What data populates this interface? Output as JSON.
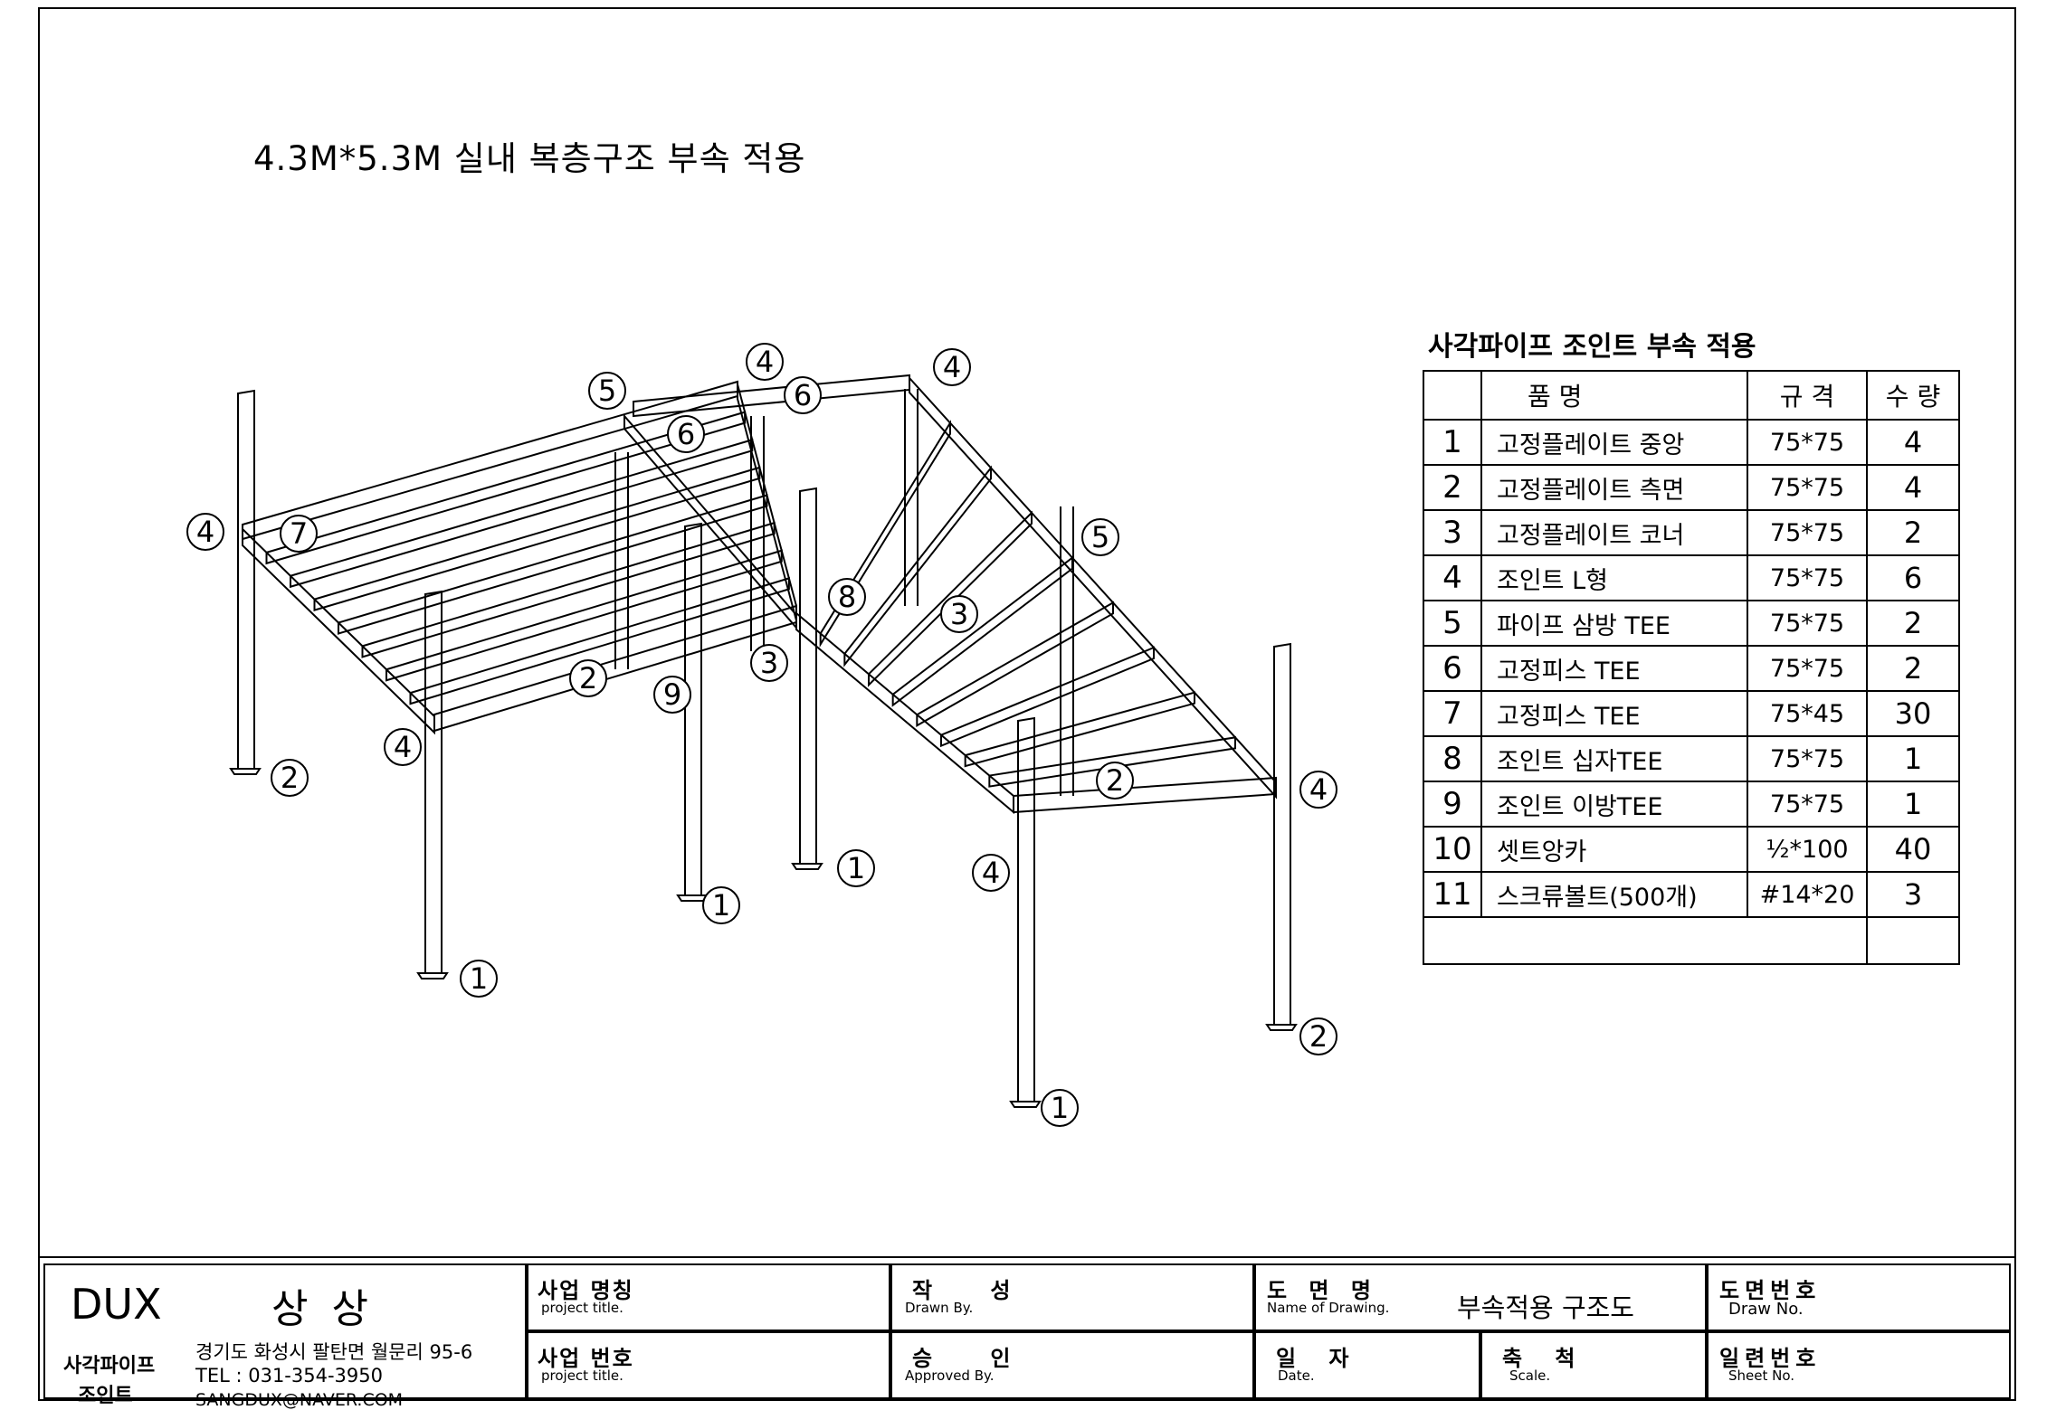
{
  "drawing_title": "4.3M*5.3M 실내 복층구조   부속 적용",
  "callouts": [
    {
      "n": "5"
    },
    {
      "n": "4"
    },
    {
      "n": "6"
    },
    {
      "n": "4"
    },
    {
      "n": "6"
    },
    {
      "n": "4"
    },
    {
      "n": "5"
    },
    {
      "n": "8"
    },
    {
      "n": "3"
    },
    {
      "n": "3"
    },
    {
      "n": "2"
    },
    {
      "n": "9"
    },
    {
      "n": "4"
    },
    {
      "n": "2"
    },
    {
      "n": "4"
    },
    {
      "n": "2"
    },
    {
      "n": "4"
    },
    {
      "n": "1"
    },
    {
      "n": "1"
    },
    {
      "n": "1"
    },
    {
      "n": "1"
    },
    {
      "n": "2"
    },
    {
      "n": "7"
    }
  ],
  "parts_table": {
    "title": "사각파이프 조인트 부속 적용",
    "headers": {
      "name": "품          명",
      "spec": "규     격",
      "qty": "수   량"
    },
    "rows": [
      {
        "no": "1",
        "name": "고정플레이트 중앙",
        "spec": "75*75",
        "qty": "4"
      },
      {
        "no": "2",
        "name": "고정플레이트 측면",
        "spec": "75*75",
        "qty": "4"
      },
      {
        "no": "3",
        "name": "고정플레이트 코너",
        "spec": "75*75",
        "qty": "2"
      },
      {
        "no": "4",
        "name": "조인트 L형",
        "spec": "75*75",
        "qty": "6"
      },
      {
        "no": "5",
        "name": "파이프 삼방 TEE",
        "spec": "75*75",
        "qty": "2"
      },
      {
        "no": "6",
        "name": "고정피스 TEE",
        "spec": "75*75",
        "qty": "2"
      },
      {
        "no": "7",
        "name": "고정피스 TEE",
        "spec": "75*45",
        "qty": "30"
      },
      {
        "no": "8",
        "name": "조인트 십자TEE",
        "spec": "75*75",
        "qty": "1"
      },
      {
        "no": "9",
        "name": "조인트 이방TEE",
        "spec": "75*75",
        "qty": "1"
      },
      {
        "no": "10",
        "name": "셋트앙카",
        "spec": "½*100",
        "qty": "40"
      },
      {
        "no": "11",
        "name": "스크류볼트(500개)",
        "spec": "#14*20",
        "qty": "3"
      }
    ]
  },
  "title_block": {
    "company": "DUX",
    "company_ko": "상 상",
    "sub1": "사각파이프",
    "sub2": "조인트",
    "address": "경기도 화성시 팔탄면 월문리 95-6",
    "tel": "TEL : 031-354-3950",
    "email": "SANGDUX@NAVER.COM",
    "project_title_ko": "사업 명칭",
    "project_title_en": "project title.",
    "project_no_ko": "사업 번호",
    "project_no_en": "project title.",
    "drawn_ko": "작 성",
    "drawn_en": "Drawn By.",
    "approved_ko": "승 인",
    "approved_en": "Approved By.",
    "drawing_name_ko": "도 면 명",
    "drawing_name_en": "Name of Drawing.",
    "drawing_name_value": "부속적용 구조도",
    "date_ko": "일 자",
    "date_en": "Date.",
    "scale_ko": "축 척",
    "scale_en": "Scale.",
    "draw_no_ko": "도면번호",
    "draw_no_en": "Draw No.",
    "sheet_no_ko": "일련번호",
    "sheet_no_en": "Sheet No."
  }
}
